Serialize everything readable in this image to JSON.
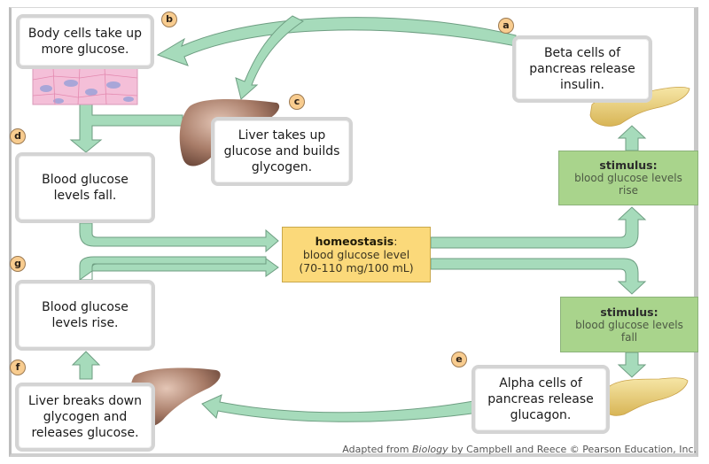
{
  "figure": {
    "homeostasis": {
      "title": "homeostasis",
      "title_suffix": ":",
      "line1": "blood glucose level",
      "line2": "(70-110 mg/100 mL)"
    },
    "stimulus_rise": {
      "title": "stimulus:",
      "line1": "blood glucose levels",
      "line2": "rise"
    },
    "stimulus_fall": {
      "title": "stimulus:",
      "line1": "blood glucose levels",
      "line2": "fall"
    },
    "steps": [
      {
        "badge": "a",
        "lines": [
          "Beta cells of",
          "pancreas release",
          "insulin."
        ]
      },
      {
        "badge": "b",
        "lines": [
          "Body cells take up",
          "more glucose."
        ]
      },
      {
        "badge": "c",
        "lines": [
          "Liver takes up",
          "glucose and builds",
          "glycogen."
        ]
      },
      {
        "badge": "d",
        "lines": [
          "Blood glucose",
          "levels fall."
        ]
      },
      {
        "badge": "e",
        "lines": [
          "Alpha cells of",
          "pancreas release",
          "glucagon."
        ]
      },
      {
        "badge": "f",
        "lines": [
          "Liver breaks down",
          "glycogen and",
          "releases glucose."
        ]
      },
      {
        "badge": "g",
        "lines": [
          "Blood glucose",
          "levels rise."
        ]
      }
    ],
    "icons": [
      "body-cells-tissue",
      "liver",
      "pancreas"
    ],
    "credit": {
      "prefix": "Adapted from ",
      "book": "Biology",
      "suffix": " by Campbell and Reece © Pearson Education, Inc."
    },
    "colors": {
      "arrow": "#a6dbbb",
      "stimulus": "#a9d48c",
      "homeostasis": "#fbd97a",
      "badge": "#f8cc8f"
    }
  }
}
